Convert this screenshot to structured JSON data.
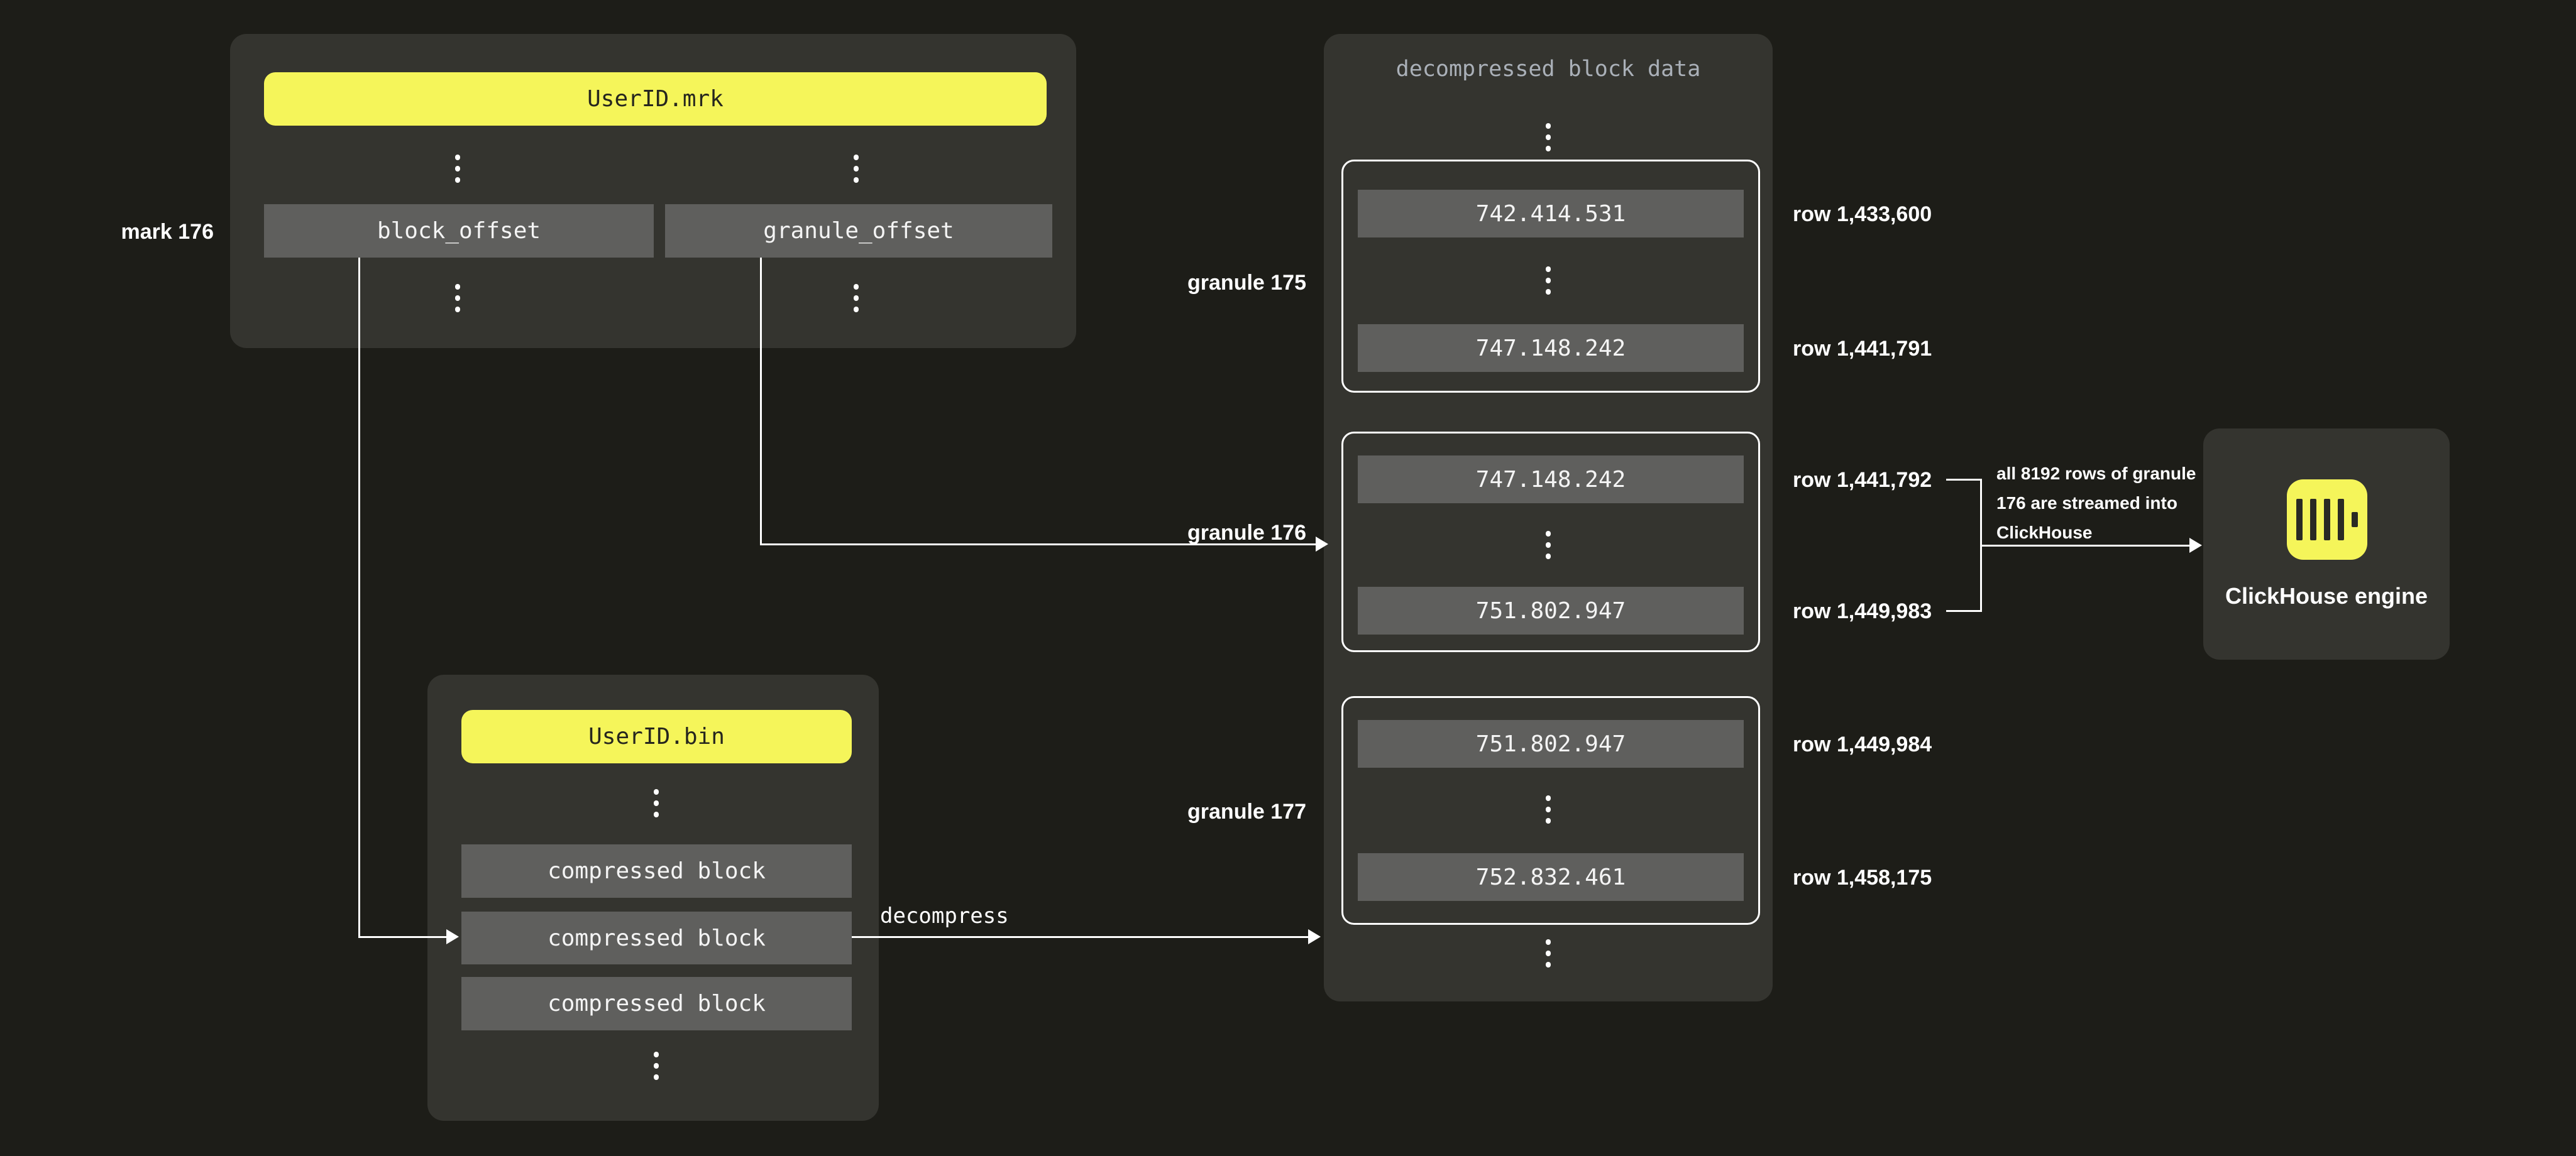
{
  "diagram": {
    "mrk_file": {
      "title": "UserID.mrk",
      "mark_label": "mark 176",
      "columns": [
        "block_offset",
        "granule_offset"
      ]
    },
    "bin_file": {
      "title": "UserID.bin",
      "blocks": [
        "compressed block",
        "compressed block",
        "compressed block"
      ]
    },
    "decompress_label": "decompress",
    "decompressed_panel": {
      "title": "decompressed block data",
      "granules": [
        {
          "label": "granule 175",
          "top_value": "742.414.531",
          "bottom_value": "747.148.242",
          "top_row": "row 1,433,600",
          "bottom_row": "row 1,441,791"
        },
        {
          "label": "granule 176",
          "top_value": "747.148.242",
          "bottom_value": "751.802.947",
          "top_row": "row 1,441,792",
          "bottom_row": "row 1,449,983"
        },
        {
          "label": "granule 177",
          "top_value": "751.802.947",
          "bottom_value": "752.832.461",
          "top_row": "row 1,449,984",
          "bottom_row": "row 1,458,175"
        }
      ]
    },
    "annotation": "all 8192 rows of granule 176 are streamed into ClickHouse",
    "engine": {
      "label": "ClickHouse engine",
      "icon": "clickhouse-logo-icon"
    },
    "colors": {
      "background": "#1d1d18",
      "panel": "#34342f",
      "box": "#5f5f5d",
      "accent_yellow": "#f5f55a",
      "muted_title": "#aab0b8",
      "white": "#ffffff"
    }
  }
}
